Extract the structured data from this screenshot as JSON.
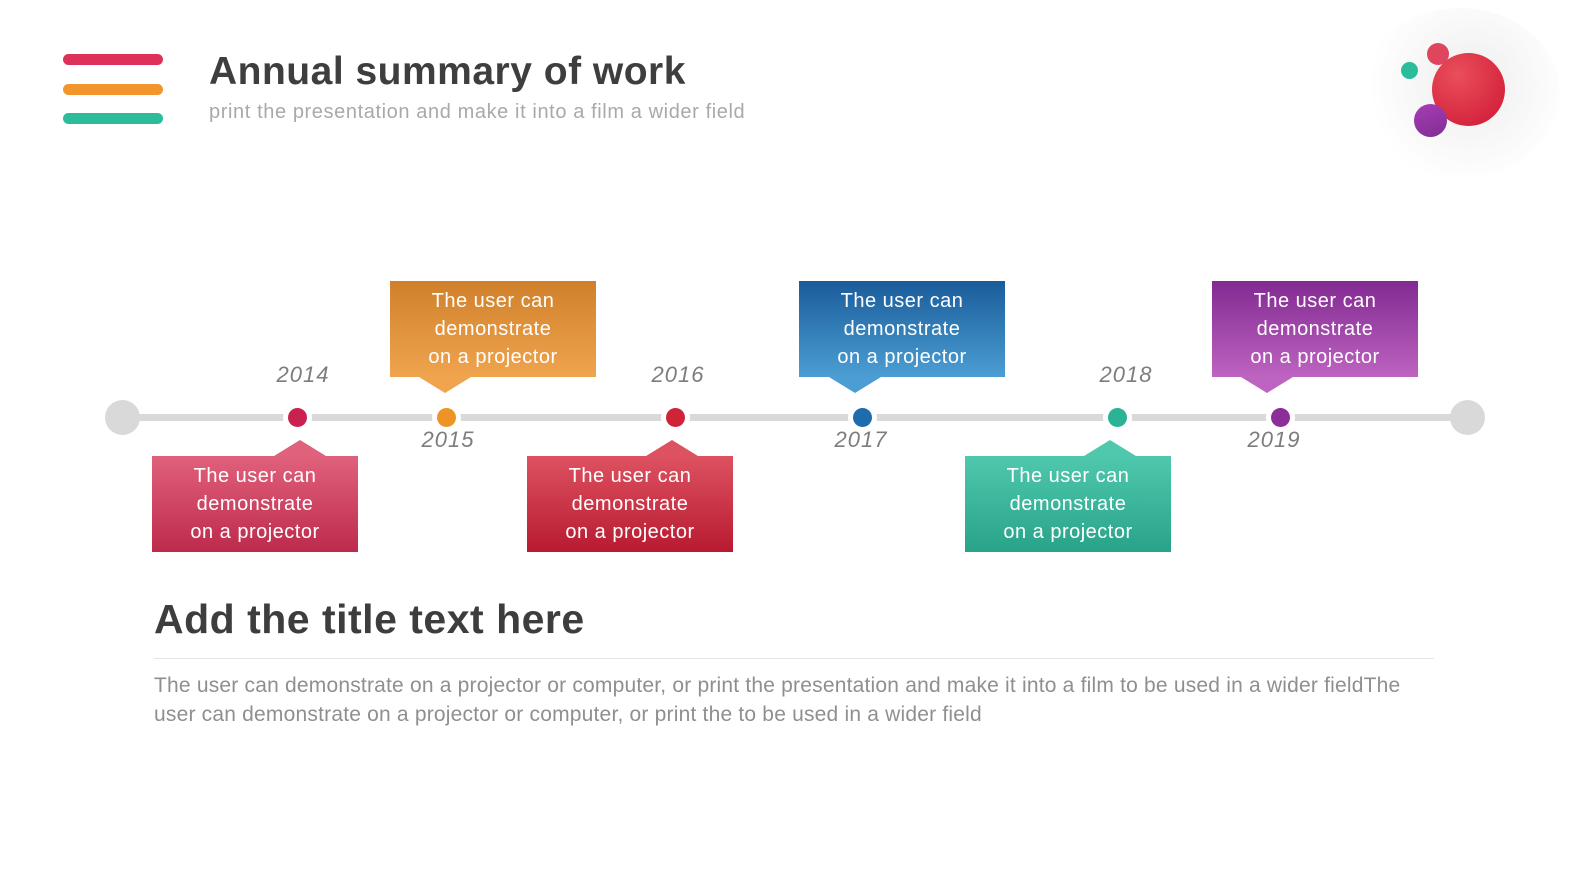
{
  "slide": {
    "header": {
      "title": "Annual summary of work",
      "subtitle": "print the presentation and make it into a film a wider field",
      "stripes": [
        "#dd3159",
        "#f2952d",
        "#2bbc9c"
      ]
    },
    "logo": {
      "big_red_gradient": [
        "#ea4e5b",
        "#ce1733"
      ],
      "small_red": "#e0455e",
      "teal": "#2bbc9c",
      "purple_gradient": [
        "#a83cb5",
        "#7e2f92"
      ]
    },
    "timeline": {
      "line_color": "#d9d9d9",
      "events": [
        {
          "year": "2014",
          "side": "below",
          "dot_color": "#cb2150",
          "gradient": [
            "#e0617b",
            "#bd2a4c"
          ],
          "lines": [
            "The user can",
            "demonstrate",
            "on a projector"
          ]
        },
        {
          "year": "2015",
          "side": "above",
          "dot_color": "#ee9427",
          "gradient": [
            "#d0802b",
            "#f0a44e"
          ],
          "lines": [
            "The user can",
            "demonstrate",
            "on a projector"
          ]
        },
        {
          "year": "2016",
          "side": "below",
          "dot_color": "#cf2438",
          "gradient": [
            "#dd5260",
            "#b81a31"
          ],
          "lines": [
            "The user can",
            "demonstrate",
            "on a projector"
          ]
        },
        {
          "year": "2017",
          "side": "above",
          "dot_color": "#1f6cac",
          "gradient": [
            "#1a5c9a",
            "#4b9ed3"
          ],
          "lines": [
            "The user can",
            "demonstrate",
            "on a projector"
          ]
        },
        {
          "year": "2018",
          "side": "below",
          "dot_color": "#2ab394",
          "gradient": [
            "#4fc8ad",
            "#28a389"
          ],
          "lines": [
            "The user can",
            "demonstrate",
            "on a projector"
          ]
        },
        {
          "year": "2019",
          "side": "above",
          "dot_color": "#8d2d9a",
          "gradient": [
            "#822a92",
            "#bd63c0"
          ],
          "lines": [
            "The user can",
            "demonstrate",
            "on a projector"
          ]
        }
      ]
    },
    "section": {
      "title": "Add the title text here",
      "body": "The user can demonstrate on a projector or computer, or print the presentation and make it into a film to be used in a wider fieldThe user can demonstrate on a projector or computer, or print the to be used in a wider field"
    }
  }
}
